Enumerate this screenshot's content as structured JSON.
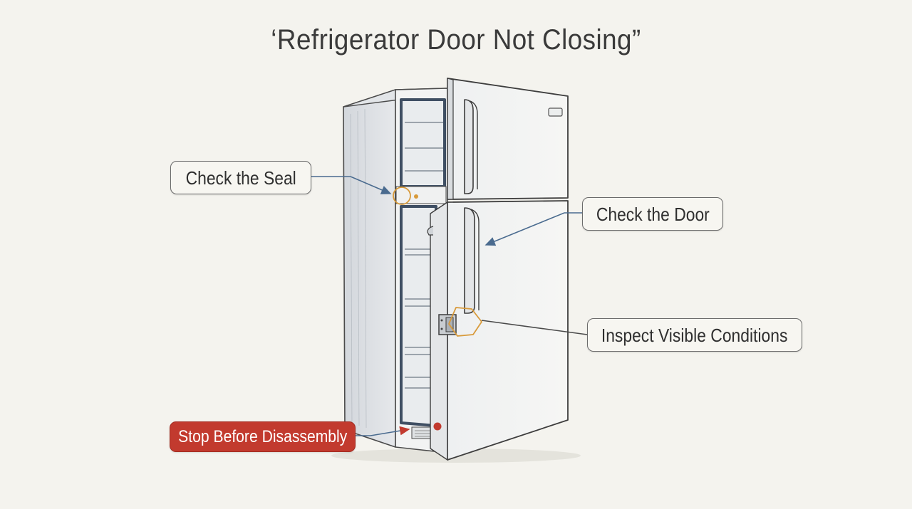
{
  "title": "‘Refrigerator Door Not Closing”",
  "callouts": {
    "seal": "Check the Seal",
    "door": "Check the Door",
    "conditions": "Inspect Visible Conditions",
    "stop": "Stop Before Disassembly"
  },
  "colors": {
    "background": "#f4f3ee",
    "arrow": "#4a6b8f",
    "highlight": "#d89a3a",
    "warning": "#c23a2e"
  }
}
